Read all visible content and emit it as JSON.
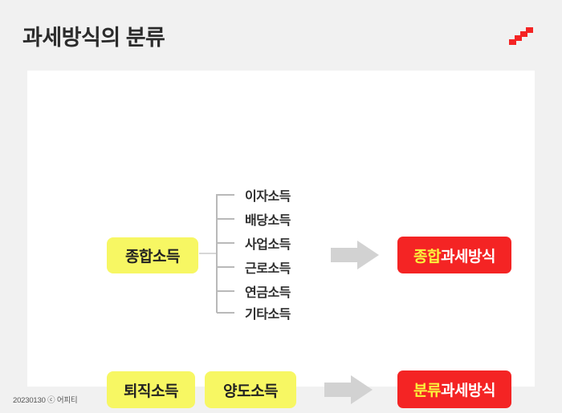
{
  "header": {
    "title": "과세방식의 분류",
    "logo_name": "red-staircase-logo",
    "logo_color": "#f42424"
  },
  "card": {
    "background": "#ffffff"
  },
  "diagram": {
    "comprehensive": {
      "source_box": {
        "label": "종합소득",
        "fill": "#f7f763",
        "text_color": "#222222"
      },
      "income_types": [
        {
          "label": "이자소득"
        },
        {
          "label": "배당소득"
        },
        {
          "label": "사업소득"
        },
        {
          "label": "근로소득"
        },
        {
          "label": "연금소득"
        },
        {
          "label": "기타소득"
        }
      ],
      "arrow_name": "right-block-arrow",
      "result_box": {
        "highlight": "종합",
        "rest": "과세방식",
        "fill": "#f42424",
        "highlight_color": "#fbf43c",
        "rest_color": "#ffffff"
      }
    },
    "classified": {
      "source_boxes": [
        {
          "label": "퇴직소득",
          "fill": "#f7f763",
          "text_color": "#222222"
        },
        {
          "label": "양도소득",
          "fill": "#f7f763",
          "text_color": "#222222"
        }
      ],
      "arrow_name": "right-block-arrow",
      "result_box": {
        "highlight": "분류",
        "rest": "과세방식",
        "fill": "#f42424",
        "highlight_color": "#fbf43c",
        "rest_color": "#ffffff"
      }
    }
  },
  "footer": {
    "credit": "20230130 ⓒ 어피티"
  }
}
